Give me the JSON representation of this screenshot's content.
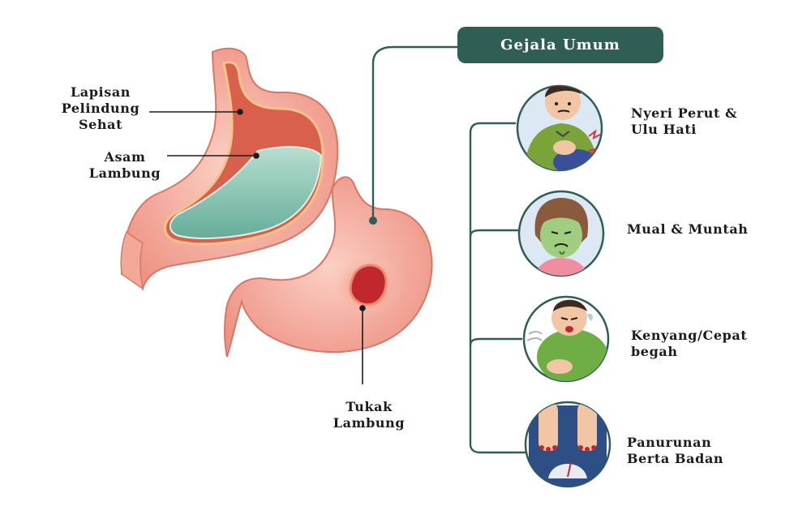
{
  "colors": {
    "accent": "#2f5e55",
    "stomach_outer": "#ef9a8a",
    "stomach_inner": "#d9604c",
    "acid": "#8fd1c0",
    "ulcer": "#c0282e",
    "icon_bg": "#dce9f5"
  },
  "header": {
    "title": "Gejala Umum"
  },
  "diagram": {
    "labels": [
      {
        "id": "lapisan",
        "lines": [
          "Lapisan",
          "Pelindung",
          "Sehat"
        ]
      },
      {
        "id": "asam",
        "lines": [
          "Asam",
          "Lambung"
        ]
      },
      {
        "id": "tukak",
        "lines": [
          "Tukak",
          "Lambung"
        ]
      }
    ]
  },
  "symptoms": [
    {
      "icon": "stomach-pain-person-icon",
      "lines": [
        "Nyeri Perut &",
        "Ulu Hati"
      ]
    },
    {
      "icon": "nauseous-girl-icon",
      "lines": [
        "Mual & Muntah"
      ]
    },
    {
      "icon": "bloated-boy-icon",
      "lines": [
        "Kenyang/Cepat",
        "begah"
      ]
    },
    {
      "icon": "weight-scale-icon",
      "lines": [
        "Panurunan",
        "Berta Badan"
      ]
    }
  ]
}
